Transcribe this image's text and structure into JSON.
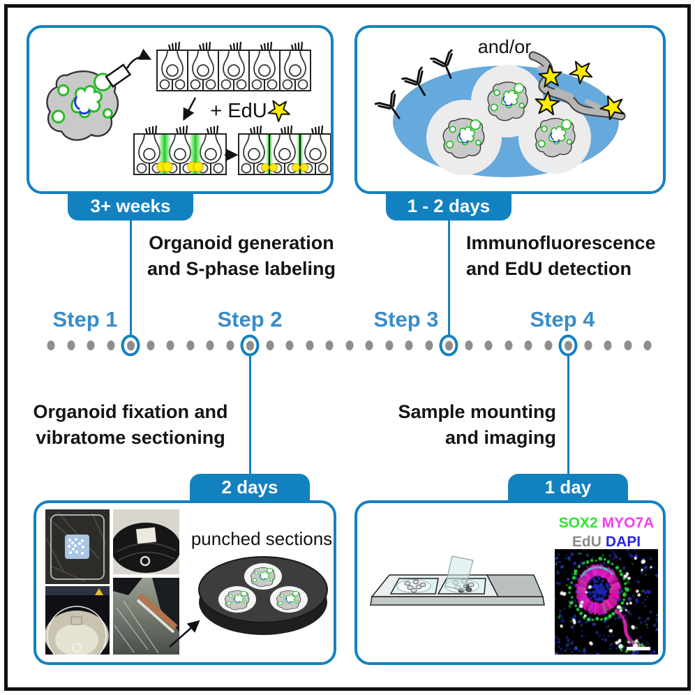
{
  "figure": {
    "steps": [
      {
        "label": "Step 1",
        "badge": "3+ weeks",
        "description_lines": [
          "Organoid generation",
          "and S-phase labeling"
        ]
      },
      {
        "label": "Step 2",
        "badge": "2 days",
        "description_lines": [
          "Organoid fixation and",
          "vibratome sectioning"
        ]
      },
      {
        "label": "Step 3",
        "badge": "1 - 2 days",
        "description_lines": [
          "Immunofluorescence",
          "and EdU detection"
        ]
      },
      {
        "label": "Step 4",
        "badge": "1 day",
        "description_lines": [
          "Sample mounting",
          "and imaging"
        ]
      }
    ],
    "panel_top_left": {
      "edu_label": "+ EdU"
    },
    "panel_top_right": {
      "andor_label": "and/or"
    },
    "panel_bottom_left": {
      "punched_label": "punched sections"
    },
    "panel_bottom_right": {
      "markers": [
        {
          "name": "SOX2",
          "color": "#2ee42e"
        },
        {
          "name": "MYO7A",
          "color": "#f23ff2"
        },
        {
          "name": "EdU",
          "color": "#8a8a8a"
        },
        {
          "name": "DAPI",
          "color": "#2525e6"
        }
      ]
    }
  },
  "colors": {
    "accent": "#1281c0",
    "step_label": "#3a8cc7",
    "timeline_dot": "#8e8e8e",
    "dish_blue": "#66a9dc",
    "label_green": "#2ed52e",
    "edu_yellow": "#ffec00"
  }
}
